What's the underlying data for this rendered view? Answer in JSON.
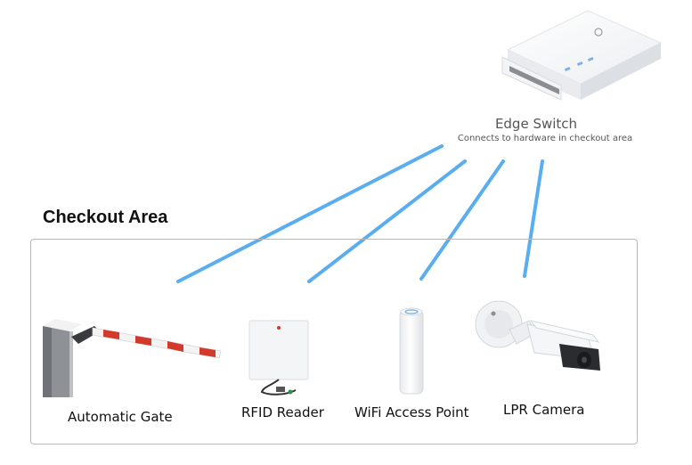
{
  "switch": {
    "title": "Edge Switch",
    "subtitle": "Connects to hardware in checkout area"
  },
  "area": {
    "title": "Checkout Area"
  },
  "devices": [
    {
      "label": "Automatic Gate"
    },
    {
      "label": "RFID Reader"
    },
    {
      "label": "WiFi Access Point"
    },
    {
      "label": "LPR Camera"
    }
  ],
  "colors": {
    "link": "#5aaef0",
    "border": "#b9b9b9",
    "device_white": "#f4f5f7",
    "gate_stripe": "#d33a2c"
  }
}
